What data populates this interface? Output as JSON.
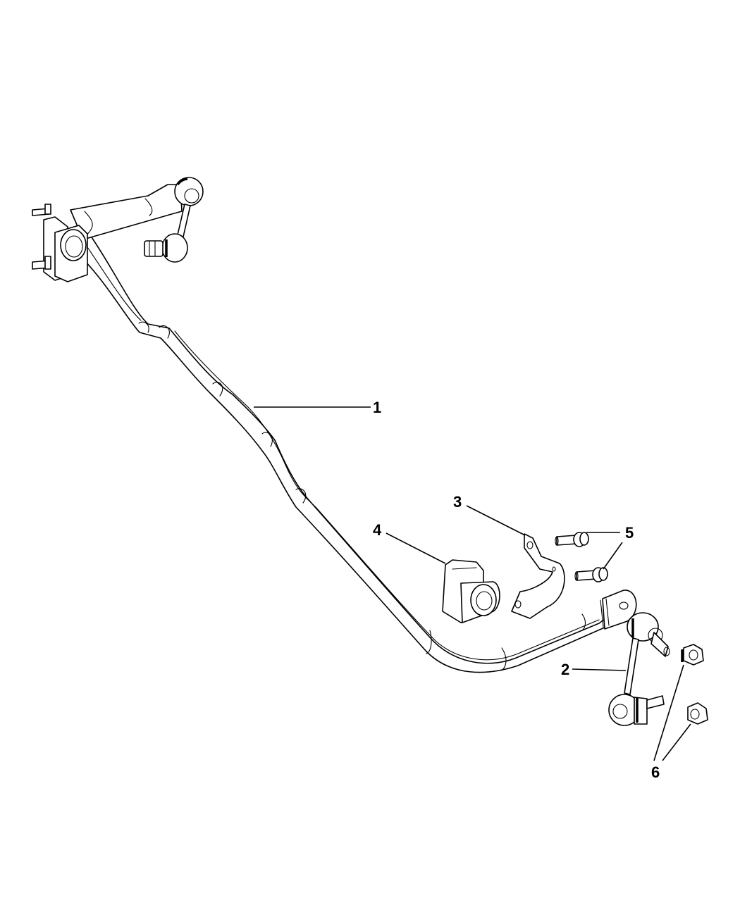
{
  "diagram": {
    "type": "exploded parts diagram",
    "subject": "Rear stabilizer bar (sway bar) assembly",
    "callouts": [
      {
        "id": "1",
        "label": "1",
        "part": "stabilizer-bar"
      },
      {
        "id": "2",
        "label": "2",
        "part": "stabilizer-link"
      },
      {
        "id": "3",
        "label": "3",
        "part": "bushing-retainer-clamp"
      },
      {
        "id": "4",
        "label": "4",
        "part": "stabilizer-bar-bushing"
      },
      {
        "id": "5",
        "label": "5",
        "part": "bolts"
      },
      {
        "id": "6",
        "label": "6",
        "part": "nuts"
      }
    ]
  }
}
